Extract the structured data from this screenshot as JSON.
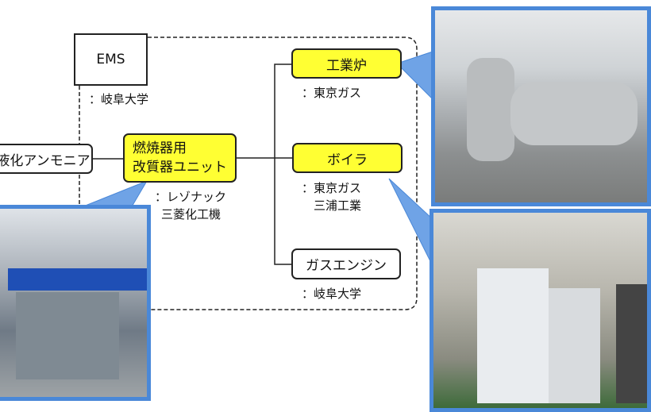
{
  "nodes": {
    "ems": {
      "label": "EMS",
      "org": "：岐阜大学"
    },
    "ammonia": {
      "label": "液化アンモニア"
    },
    "reformer": {
      "line1": "燃焼器用",
      "line2": "改質器ユニット",
      "org1": "：レゾナック",
      "org2": "三菱化工機"
    },
    "furnace": {
      "label": "工業炉",
      "org": "：東京ガス"
    },
    "boiler": {
      "label": "ボイラ",
      "org1": "：東京ガス",
      "org2": "三浦工業"
    },
    "engine": {
      "label": "ガスエンジン",
      "org": "：岐阜大学"
    }
  },
  "colors": {
    "highlight": "#ffff33",
    "callout": "#4a88d8"
  }
}
